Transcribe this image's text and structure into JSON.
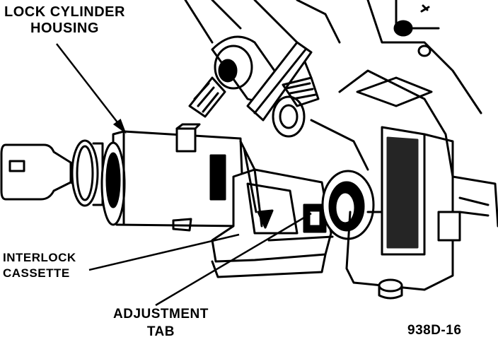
{
  "labels": {
    "lock_cylinder_housing": [
      "LOCK CYLINDER",
      "HOUSING"
    ],
    "interlock_cassette": [
      "INTERLOCK",
      "CASSETTE"
    ],
    "adjustment_tab": [
      "ADJUSTMENT",
      "TAB"
    ]
  },
  "figure_id": "938D-16"
}
